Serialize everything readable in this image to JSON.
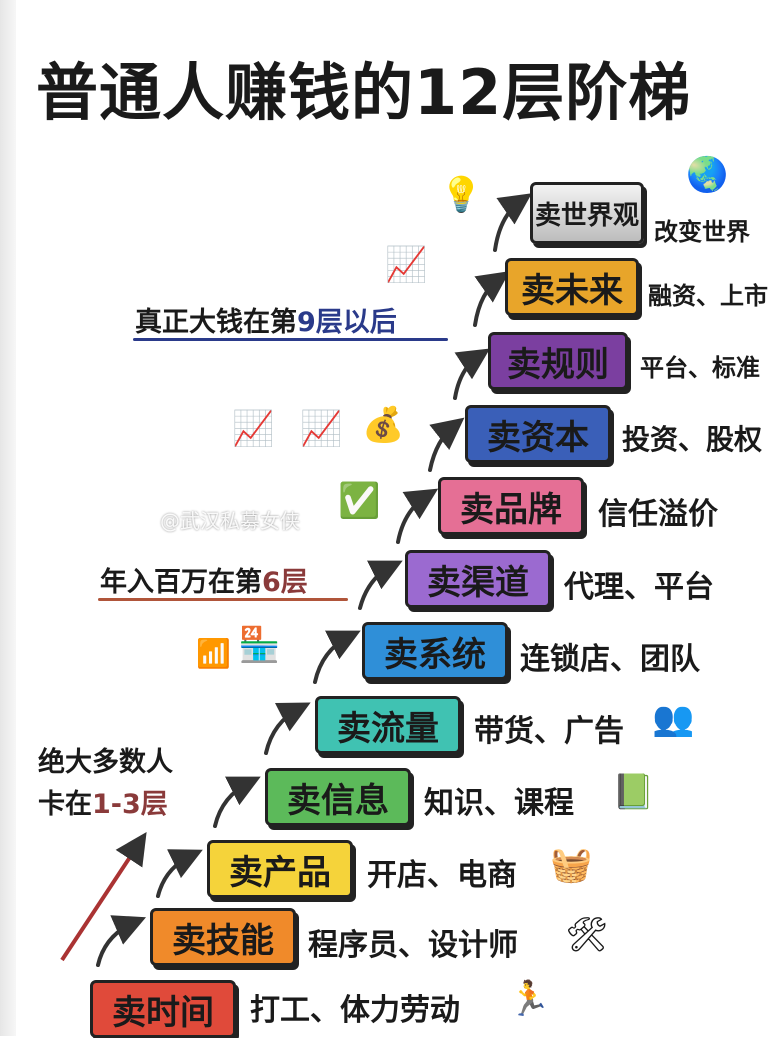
{
  "title": "普通人赚钱的12层阶梯",
  "levels": [
    {
      "label": "卖时间",
      "desc": "打工、体力劳动",
      "color": "#e04a3a",
      "icon": "running-person-icon"
    },
    {
      "label": "卖技能",
      "desc": "程序员、设计师",
      "color": "#f08a2a",
      "icon": "tools-icon"
    },
    {
      "label": "卖产品",
      "desc": "开店、电商",
      "color": "#f5d33a",
      "icon": "basket-icon"
    },
    {
      "label": "卖信息",
      "desc": "知识、课程",
      "color": "#5cba5a",
      "icon": "book-icon"
    },
    {
      "label": "卖流量",
      "desc": "带货、广告",
      "color": "#40c2b2",
      "icon": "audience-icon"
    },
    {
      "label": "卖系统",
      "desc": "连锁店、团队",
      "color": "#2f8fd8",
      "icon": "store-icon"
    },
    {
      "label": "卖渠道",
      "desc": "代理、平台",
      "color": "#9b6ad0",
      "icon": "chart-icon"
    },
    {
      "label": "卖品牌",
      "desc": "信任溢价",
      "color": "#e56f95",
      "icon": "badge-check-icon"
    },
    {
      "label": "卖资本",
      "desc": "投资、股权",
      "color": "#3a5fb8",
      "icon": "money-bag-icon"
    },
    {
      "label": "卖规则",
      "desc": "平台、标准",
      "color": "#7b3fa0",
      "icon": "rules-icon"
    },
    {
      "label": "卖未来",
      "desc": "融资、上市",
      "color": "#e8a52a",
      "icon": "growth-chart-icon"
    },
    {
      "label": "卖世界观",
      "desc": "改变世界",
      "color": "#d9d9d9",
      "icon": "globe-icon"
    }
  ],
  "notes": {
    "most_people_line1": "绝大多数人",
    "most_people_line2_prefix": "卡在",
    "most_people_line2_highlight": "1-3层",
    "million_prefix": "年入百万在第",
    "million_highlight": "6层",
    "bigmoney_prefix": "真正大钱在第",
    "bigmoney_highlight": "9层以后"
  },
  "watermark": "@武汉私募女侠"
}
